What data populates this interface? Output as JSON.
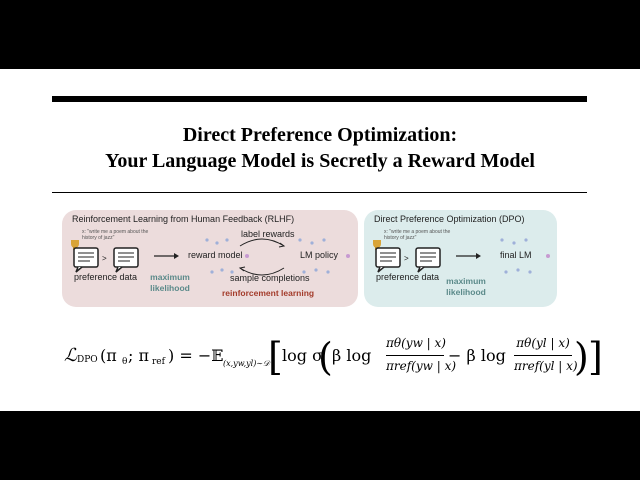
{
  "title_line1": "Direct Preference Optimization:",
  "title_line2": "Your Language Model is Secretly a Reward Model",
  "rlhf": {
    "heading": "Reinforcement Learning from Human Feedback (RLHF)",
    "prompt_text": "x: \"write me a poem about the history of jazz\"",
    "preference_data": "preference data",
    "maximum_likelihood": "maximum likelihood",
    "reward_model": "reward model",
    "label_rewards": "label rewards",
    "lm_policy": "LM policy",
    "sample_completions": "sample completions",
    "reinforcement_learning": "reinforcement learning"
  },
  "dpo": {
    "heading": "Direct Preference Optimization (DPO)",
    "prompt_text": "x: \"write me a poem about the history of jazz\"",
    "preference_data": "preference data",
    "maximum_likelihood": "maximum likelihood",
    "final_lm": "final LM"
  },
  "formula": {
    "lhs": "ℒ",
    "lhs_sub": "DPO",
    "lhs_args": "(π",
    "theta": "θ",
    "sep": "; π",
    "ref": "ref",
    "equals": ") = −𝔼",
    "expect_sub": "(x,yw,yl)∼𝒟",
    "log_sigma": "log σ",
    "beta_log": "β log",
    "minus_beta_log": "− β log",
    "frac1_num": "πθ(yw | x)",
    "frac1_den": "πref(yw | x)",
    "frac2_num": "πθ(yl | x)",
    "frac2_den": "πref(yl | x)"
  },
  "colors": {
    "rlhf_panel": "#ecdcdc",
    "dpo_panel": "#dcecec",
    "teal_text": "#5b8a8a",
    "red_text": "#a33b2a"
  }
}
